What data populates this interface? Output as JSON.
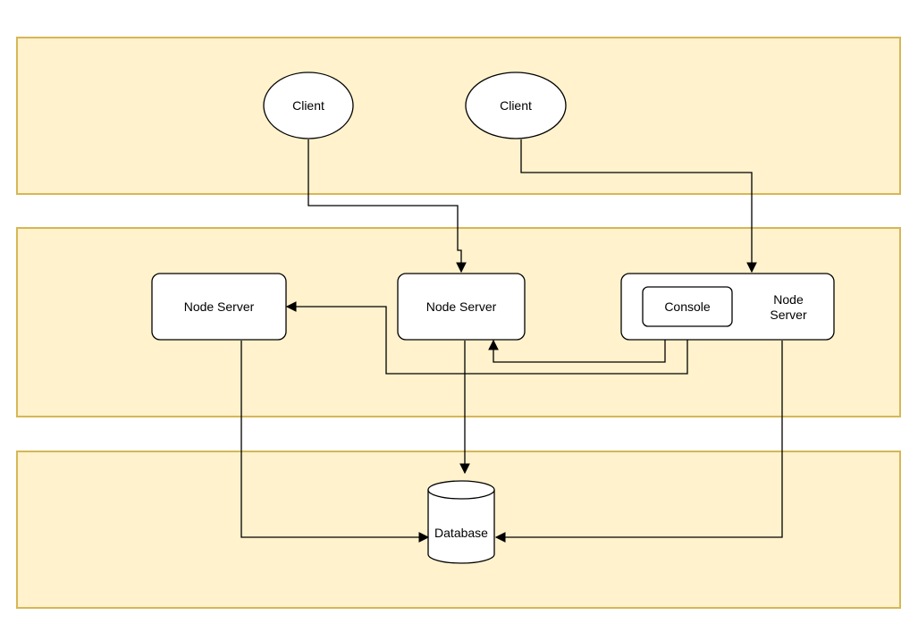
{
  "colors": {
    "band_fill": "#fff2cc",
    "band_stroke": "#d6b656",
    "shape_fill": "#ffffff",
    "stroke": "#000000"
  },
  "nodes": {
    "client_1": "Client",
    "client_2": "Client",
    "node_server_left": "Node Server",
    "node_server_middle": "Node Server",
    "node_server_right_line1": "Node",
    "node_server_right_line2": "Server",
    "console": "Console",
    "database": "Database"
  }
}
